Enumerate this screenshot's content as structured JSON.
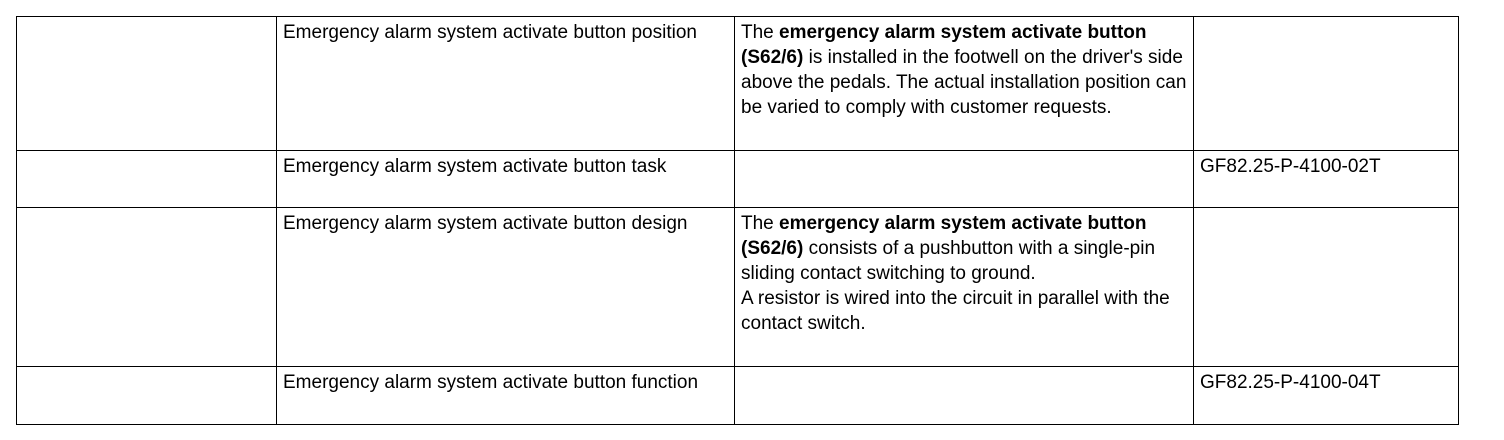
{
  "rows": [
    {
      "topic": "Emergency alarm system activate button position",
      "ref": "",
      "desc": {
        "p1_pre": "The ",
        "p1_bold": "emergency alarm system activate button (S62/6)",
        "p1_post": " is installed in the footwell on the driver's side above the pedals. The actual installation position can be varied to comply with customer requests.",
        "p2": ""
      }
    },
    {
      "topic": "Emergency alarm system activate button task",
      "ref": "GF82.25-P-4100-02T",
      "desc": {
        "p1_pre": "",
        "p1_bold": "",
        "p1_post": "",
        "p2": ""
      }
    },
    {
      "topic": "Emergency alarm system activate button design",
      "ref": "",
      "desc": {
        "p1_pre": "The ",
        "p1_bold": "emergency alarm system activate button (S62/6)",
        "p1_post": " consists of a pushbutton with a single-pin sliding contact switching to ground.",
        "p2": "A resistor is wired into the circuit in parallel with the contact switch."
      }
    },
    {
      "topic": "Emergency alarm system activate button function",
      "ref": "GF82.25-P-4100-04T",
      "desc": {
        "p1_pre": "",
        "p1_bold": "",
        "p1_post": "",
        "p2": ""
      }
    }
  ]
}
